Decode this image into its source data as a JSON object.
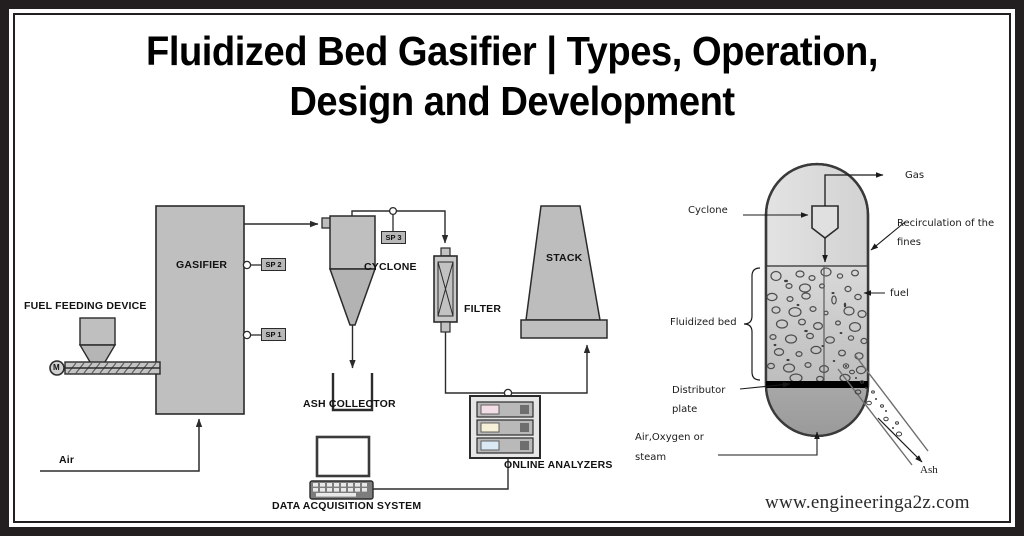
{
  "page": {
    "title_line1": "Fluidized Bed Gasifier | Types, Operation,",
    "title_line2": "Design and Development",
    "watermark": "www.engineeringa2z.com",
    "border_color": "#231f20",
    "background": "#ffffff",
    "equipment_fill": "#bfbfbf",
    "line_color": "#2b2b2b"
  },
  "left_diagram": {
    "name": "fluidized-bed-gasifier-process-flow",
    "labels": {
      "fuel_feeding_device": "FUEL FEEDING DEVICE",
      "motor": "M",
      "gasifier": "GASIFIER",
      "sp1": "SP 1",
      "sp2": "SP 2",
      "sp3": "SP 3",
      "cyclone": "CYCLONE",
      "ash_collector": "ASH COLLECTOR",
      "filter": "FILTER",
      "stack": "STACK",
      "online_analyzers": "ONLINE ANALYZERS",
      "data_acquisition_system": "DATA ACQUISITION SYSTEM",
      "air": "Air"
    }
  },
  "right_diagram": {
    "name": "fluidized-bed-reactor-cross-section",
    "labels": {
      "gas": "Gas",
      "cyclone": "Cyclone",
      "recirculation_line1": "Recirculation of the",
      "recirculation_line2": "fines",
      "fuel": "fuel",
      "fluidized_bed": "Fluidized bed",
      "distributor_line1": "Distributor",
      "distributor_line2": "plate",
      "air_oxygen_line1": "Air,Oxygen or",
      "air_oxygen_line2": "steam",
      "ash": "Ash"
    }
  }
}
